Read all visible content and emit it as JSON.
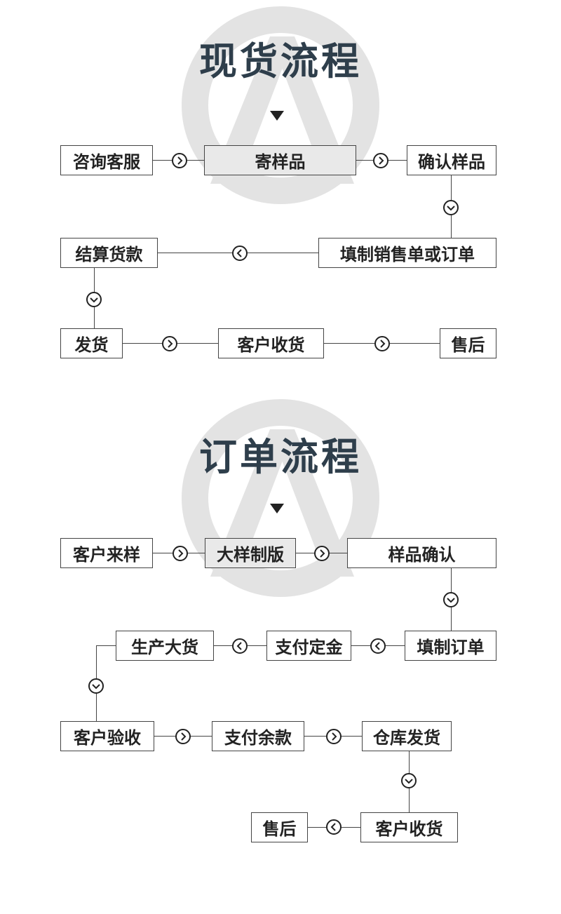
{
  "spot_flow": {
    "title": "现货流程",
    "steps": [
      "咨询客服",
      "寄样品",
      "确认样品",
      "填制销售单或订单",
      "结算货款",
      "发货",
      "客户收货",
      "售后"
    ]
  },
  "order_flow": {
    "title": "订单流程",
    "steps": [
      "客户来样",
      "大样制版",
      "样品确认",
      "填制订单",
      "支付定金",
      "生产大货",
      "客户验收",
      "支付余款",
      "仓库发货",
      "客户收货",
      "售后"
    ]
  },
  "colors": {
    "title": "#2e3e4b",
    "watermark": "#e3e3e3",
    "line": "#444444"
  }
}
